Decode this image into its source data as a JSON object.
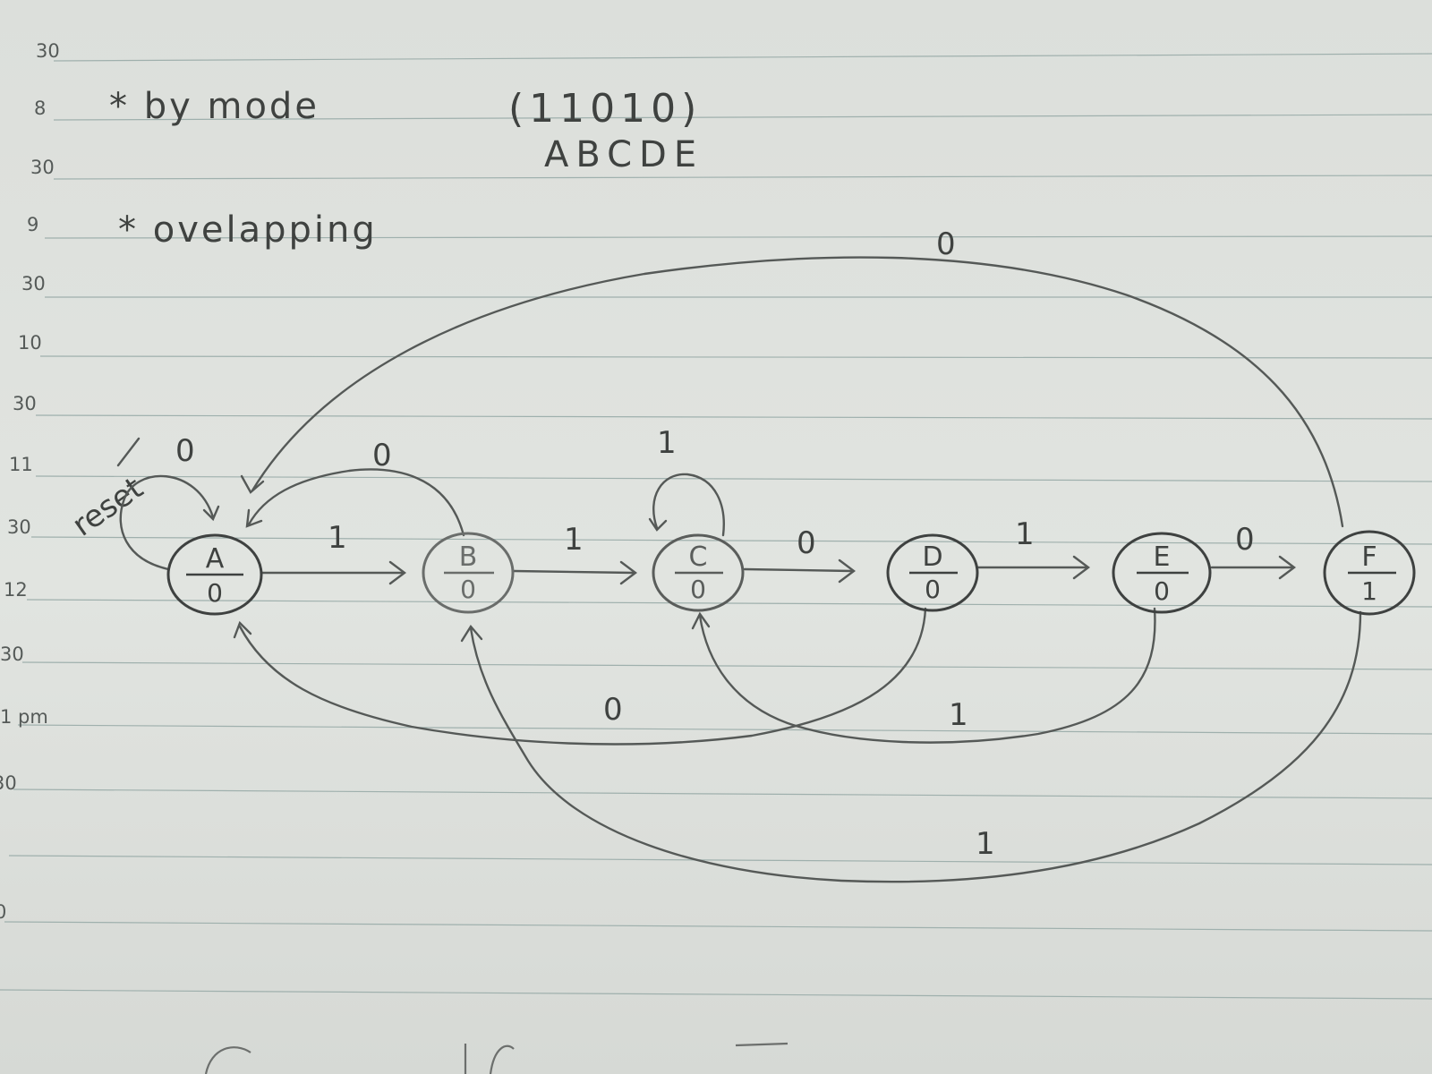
{
  "margin_times": [
    "30",
    "8",
    "30",
    "9",
    "30",
    "10",
    "30",
    "11",
    "30",
    "12",
    "30",
    "1 pm",
    "30",
    "0"
  ],
  "notes": {
    "line1": "* by mode",
    "line2": "* ovelapping"
  },
  "sequence": {
    "bits": "(11010)",
    "letters": "ABCDE"
  },
  "states": [
    {
      "id": "A",
      "name": "A",
      "output": "0"
    },
    {
      "id": "B",
      "name": "B",
      "output": "0"
    },
    {
      "id": "C",
      "name": "C",
      "output": "0"
    },
    {
      "id": "D",
      "name": "D",
      "output": "0"
    },
    {
      "id": "E",
      "name": "E",
      "output": "0"
    },
    {
      "id": "F",
      "name": "F",
      "output": "1"
    }
  ],
  "reset_label": "reset",
  "transitions": {
    "A_self": "0",
    "A_B": "1",
    "B_A": "0",
    "B_C": "1",
    "C_self": "1",
    "C_D": "0",
    "D_E": "1",
    "E_F": "0",
    "D_A": "0",
    "E_C": "1",
    "F_A": "0",
    "F_B": "1"
  }
}
